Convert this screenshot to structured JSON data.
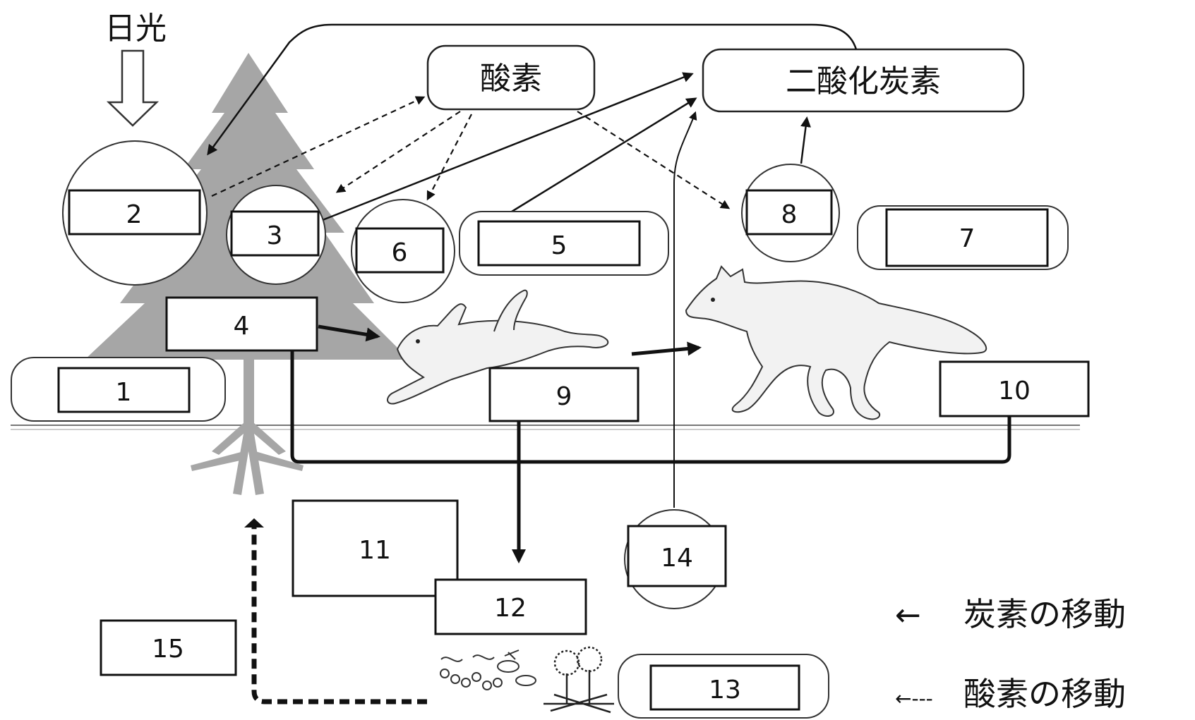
{
  "inputs": {
    "sunlight": "日光",
    "oxygen": "酸素",
    "carbon_dioxide": "二酸化炭素"
  },
  "boxes": {
    "b1": "1",
    "b2": "2",
    "b3": "3",
    "b4": "4",
    "b5": "5",
    "b6": "6",
    "b7": "7",
    "b8": "8",
    "b9": "9",
    "b10": "10",
    "b11": "11",
    "b12": "12",
    "b13": "13",
    "b14": "14",
    "b15": "15"
  },
  "legend": {
    "carbon_symbol": "←",
    "carbon_text": "炭素の移動",
    "oxygen_symbol": "←---",
    "oxygen_text": "酸素の移動"
  },
  "colors": {
    "tree": "#a6a6a6",
    "line": "#111111"
  },
  "icons": [
    "sun-arrow-icon",
    "tree-icon",
    "rabbit-icon",
    "fox-icon",
    "microbes-icon",
    "fungi-icon"
  ]
}
